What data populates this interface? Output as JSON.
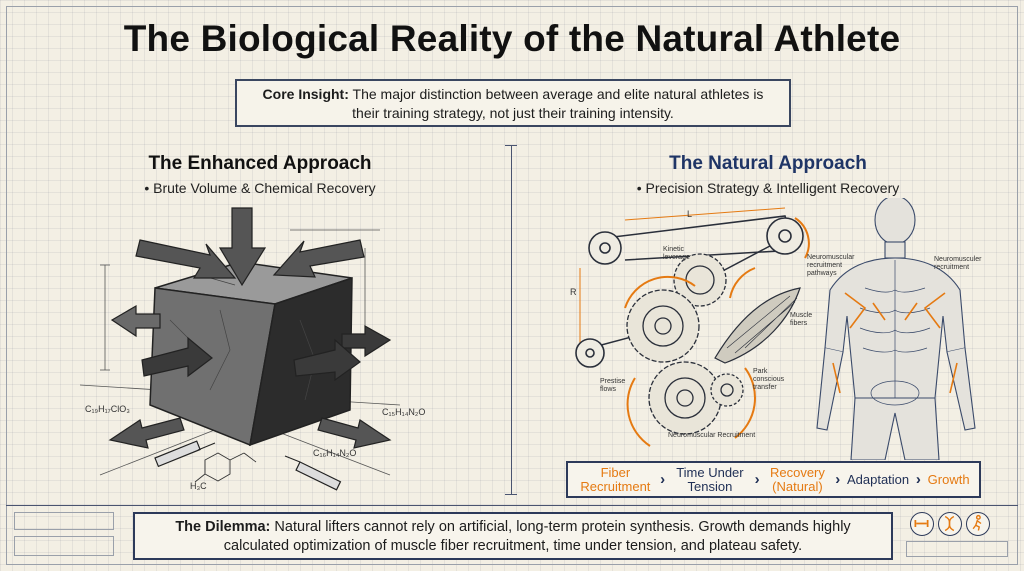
{
  "title": "The Biological Reality of the Natural Athlete",
  "core_insight": {
    "label": "Core Insight:",
    "text": " The major distinction between average and elite natural athletes is their training strategy, not just their training intensity."
  },
  "enhanced": {
    "heading": "The Enhanced Approach",
    "subtitle": "• Brute Volume & Chemical Recovery",
    "formula_1": "C₁₉H₁₇ClO₃",
    "formula_2": "C₁₅H₁₄N₂O",
    "formula_3": "C₁₆H₁₄N₂O",
    "formula_4": "H₃C"
  },
  "natural": {
    "heading": "The Natural Approach",
    "subtitle": "• Precision Strategy & Intelligent Recovery",
    "labels": {
      "kinetic": "Kinetic leverage",
      "muscle": "Muscle fibers",
      "pathways": "Neuromuscular recruitment pathways",
      "neuro_right": "Neuromusculer recruitment",
      "precise": "Prestise flows",
      "park": "Park conscious transfer",
      "neuro_bottom": "Neuromuscular Recruitment",
      "dim_l": "L",
      "dim_r": "R"
    },
    "accent_color": "#e57a12"
  },
  "flow": [
    {
      "label": "Fiber Recruitment",
      "color": "orange"
    },
    {
      "label": "Time Under Tension",
      "color": "navy"
    },
    {
      "label": "Recovery (Natural)",
      "color": "orange"
    },
    {
      "label": "Adaptation",
      "color": "navy"
    },
    {
      "label": "Growth",
      "color": "orange"
    }
  ],
  "dilemma": {
    "label": "The Dilemma:",
    "text": " Natural lifters cannot rely on artificial, long-term protein synthesis. Growth demands highly calculated optimization of muscle fiber recruitment, time under tension, and plateau safety."
  },
  "icons": [
    "dumbbell-icon",
    "dna-icon",
    "running-figure-icon"
  ]
}
